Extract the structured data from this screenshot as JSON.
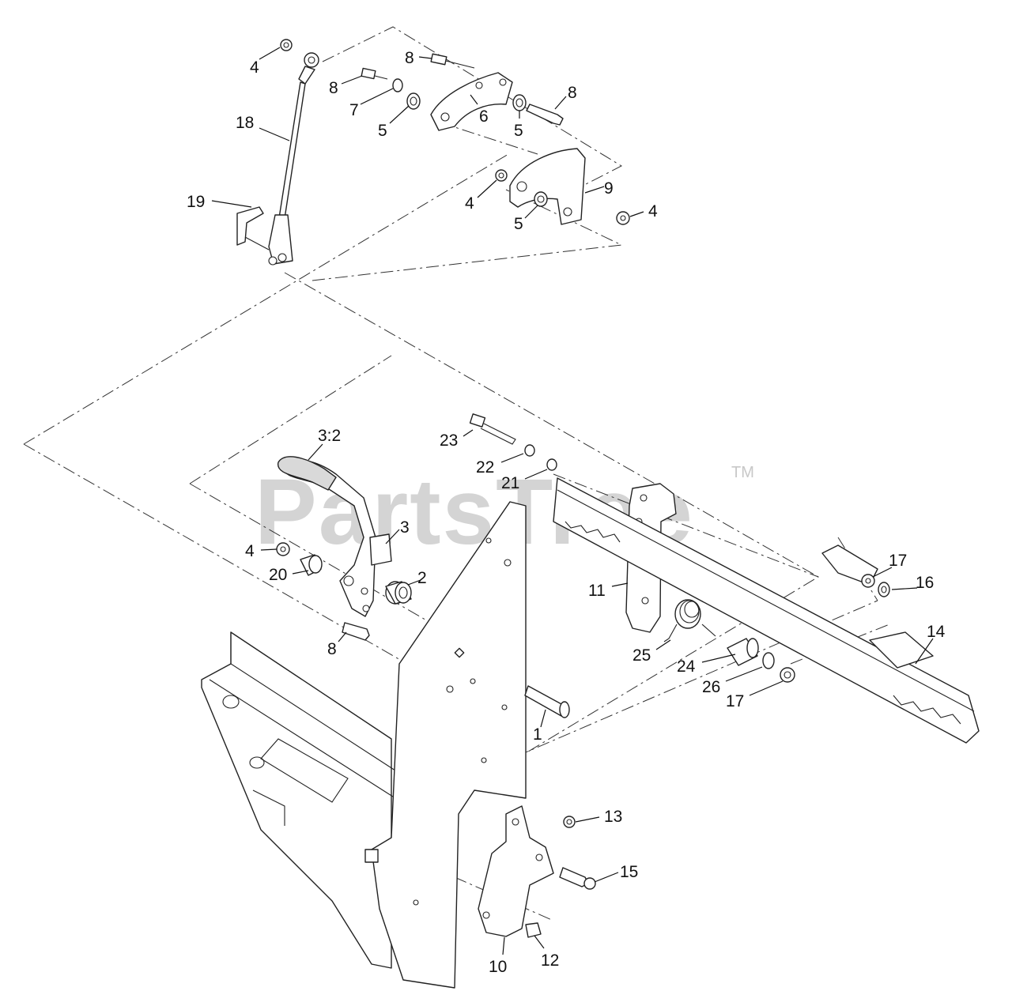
{
  "watermark": {
    "text": "PartsTree",
    "trademark": "TM"
  },
  "callouts": [
    {
      "id": "c-4a",
      "label": "4"
    },
    {
      "id": "c-8a",
      "label": "8"
    },
    {
      "id": "c-8b",
      "label": "8"
    },
    {
      "id": "c-7",
      "label": "7"
    },
    {
      "id": "c-5a",
      "label": "5"
    },
    {
      "id": "c-6",
      "label": "6"
    },
    {
      "id": "c-5b",
      "label": "5"
    },
    {
      "id": "c-8c",
      "label": "8"
    },
    {
      "id": "c-18",
      "label": "18"
    },
    {
      "id": "c-19",
      "label": "19"
    },
    {
      "id": "c-4b",
      "label": "4"
    },
    {
      "id": "c-9",
      "label": "9"
    },
    {
      "id": "c-5c",
      "label": "5"
    },
    {
      "id": "c-4c",
      "label": "4"
    },
    {
      "id": "c-3-2",
      "label": "3:2"
    },
    {
      "id": "c-23",
      "label": "23"
    },
    {
      "id": "c-22",
      "label": "22"
    },
    {
      "id": "c-21",
      "label": "21"
    },
    {
      "id": "c-3",
      "label": "3"
    },
    {
      "id": "c-4d",
      "label": "4"
    },
    {
      "id": "c-20",
      "label": "20"
    },
    {
      "id": "c-2",
      "label": "2"
    },
    {
      "id": "c-8d",
      "label": "8"
    },
    {
      "id": "c-11",
      "label": "11"
    },
    {
      "id": "c-17a",
      "label": "17"
    },
    {
      "id": "c-16",
      "label": "16"
    },
    {
      "id": "c-14",
      "label": "14"
    },
    {
      "id": "c-25",
      "label": "25"
    },
    {
      "id": "c-24",
      "label": "24"
    },
    {
      "id": "c-26",
      "label": "26"
    },
    {
      "id": "c-17b",
      "label": "17"
    },
    {
      "id": "c-1",
      "label": "1"
    },
    {
      "id": "c-13",
      "label": "13"
    },
    {
      "id": "c-15",
      "label": "15"
    },
    {
      "id": "c-10",
      "label": "10"
    },
    {
      "id": "c-12",
      "label": "12"
    }
  ]
}
